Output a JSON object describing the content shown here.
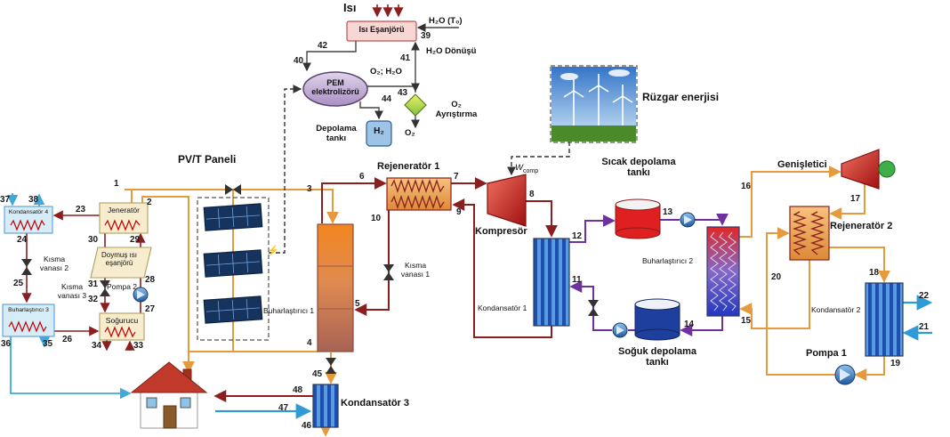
{
  "labels": {
    "isi": "Isı",
    "isi_esanjoru": "Isı Eşanjörü",
    "h2o_t0": "H₂O (T₀)",
    "h2o_donusu": "H₂O Dönüşü",
    "pem": "PEM elektrolizörü",
    "o2_h2o": "O₂; H₂O",
    "depolama_tanki": "Depolama tankı",
    "h2": "H₂",
    "o2_ayristirma": "O₂ Ayrıştırma",
    "o2_cikis": "O₂",
    "ruzgar_enerjisi": "Rüzgar enerjisi",
    "pvt_paneli": "PV/T Paneli",
    "rejenerator_1": "Rejeneratör 1",
    "rejenerator_2": "Rejeneratör 2",
    "wcomp_w": "W",
    "wcomp_sub": "comp",
    "kompresor": "Kompresör",
    "kondansator_1": "Kondansatör 1",
    "kondansator_2": "Kondansatör 2",
    "kondansator_3": "Kondansatör 3",
    "kondansator_4": "Kondansatör 4",
    "buharlastirici_1": "Buharlaştırıcı 1",
    "buharlastirici_2": "Buharlaştırıcı 2",
    "buharlastirici_3": "Buharlaştırıcı 3",
    "genisletici": "Genişletici",
    "pompa_1": "Pompa 1",
    "pompa_2": "Pompa 2",
    "jenerator": "Jeneratör",
    "sogurucu": "Soğurucu",
    "doymus_isi_esanjoru": "Doymuş ısı eşanjörü",
    "kisma_vanasi_1": "Kısma vanası 1",
    "kisma_vanasi_2": "Kısma vanası 2",
    "kisma_vanasi_3": "Kısma vanası 3",
    "sicak_depolama": "Sıcak depolama tankı",
    "soguk_depolama": "Soğuk depolama tankı"
  },
  "icons": {
    "bolt": "⚡"
  },
  "points": {
    "p1": "1",
    "p2": "2",
    "p3": "3",
    "p4": "4",
    "p5": "5",
    "p6": "6",
    "p7": "7",
    "p8": "8",
    "p9": "9",
    "p10": "10",
    "p11": "11",
    "p12": "12",
    "p13": "13",
    "p14": "14",
    "p15": "15",
    "p16": "16",
    "p17": "17",
    "p18": "18",
    "p19": "19",
    "p20": "20",
    "p21": "21",
    "p22": "22",
    "p23": "23",
    "p24": "24",
    "p25": "25",
    "p26": "26",
    "p27": "27",
    "p28": "28",
    "p29": "29",
    "p30": "30",
    "p31": "31",
    "p32": "32",
    "p33": "33",
    "p34": "34",
    "p35": "35",
    "p36": "36",
    "p37": "37",
    "p38": "38",
    "p39": "39",
    "p40": "40",
    "p41": "41",
    "p42": "42",
    "p43": "43",
    "p44": "44",
    "p45": "45",
    "p46": "46",
    "p47": "47",
    "p48": "48"
  },
  "colors": {
    "solar_loop": "#E59A3C",
    "refrigerant_loop": "#8B1E1E",
    "storage_loop": "#7030A0",
    "water_loop": "#2E9BD6",
    "chilled_water": "#3FA9DC",
    "plumbing": "#444444",
    "electric_dashed": "#333333"
  }
}
